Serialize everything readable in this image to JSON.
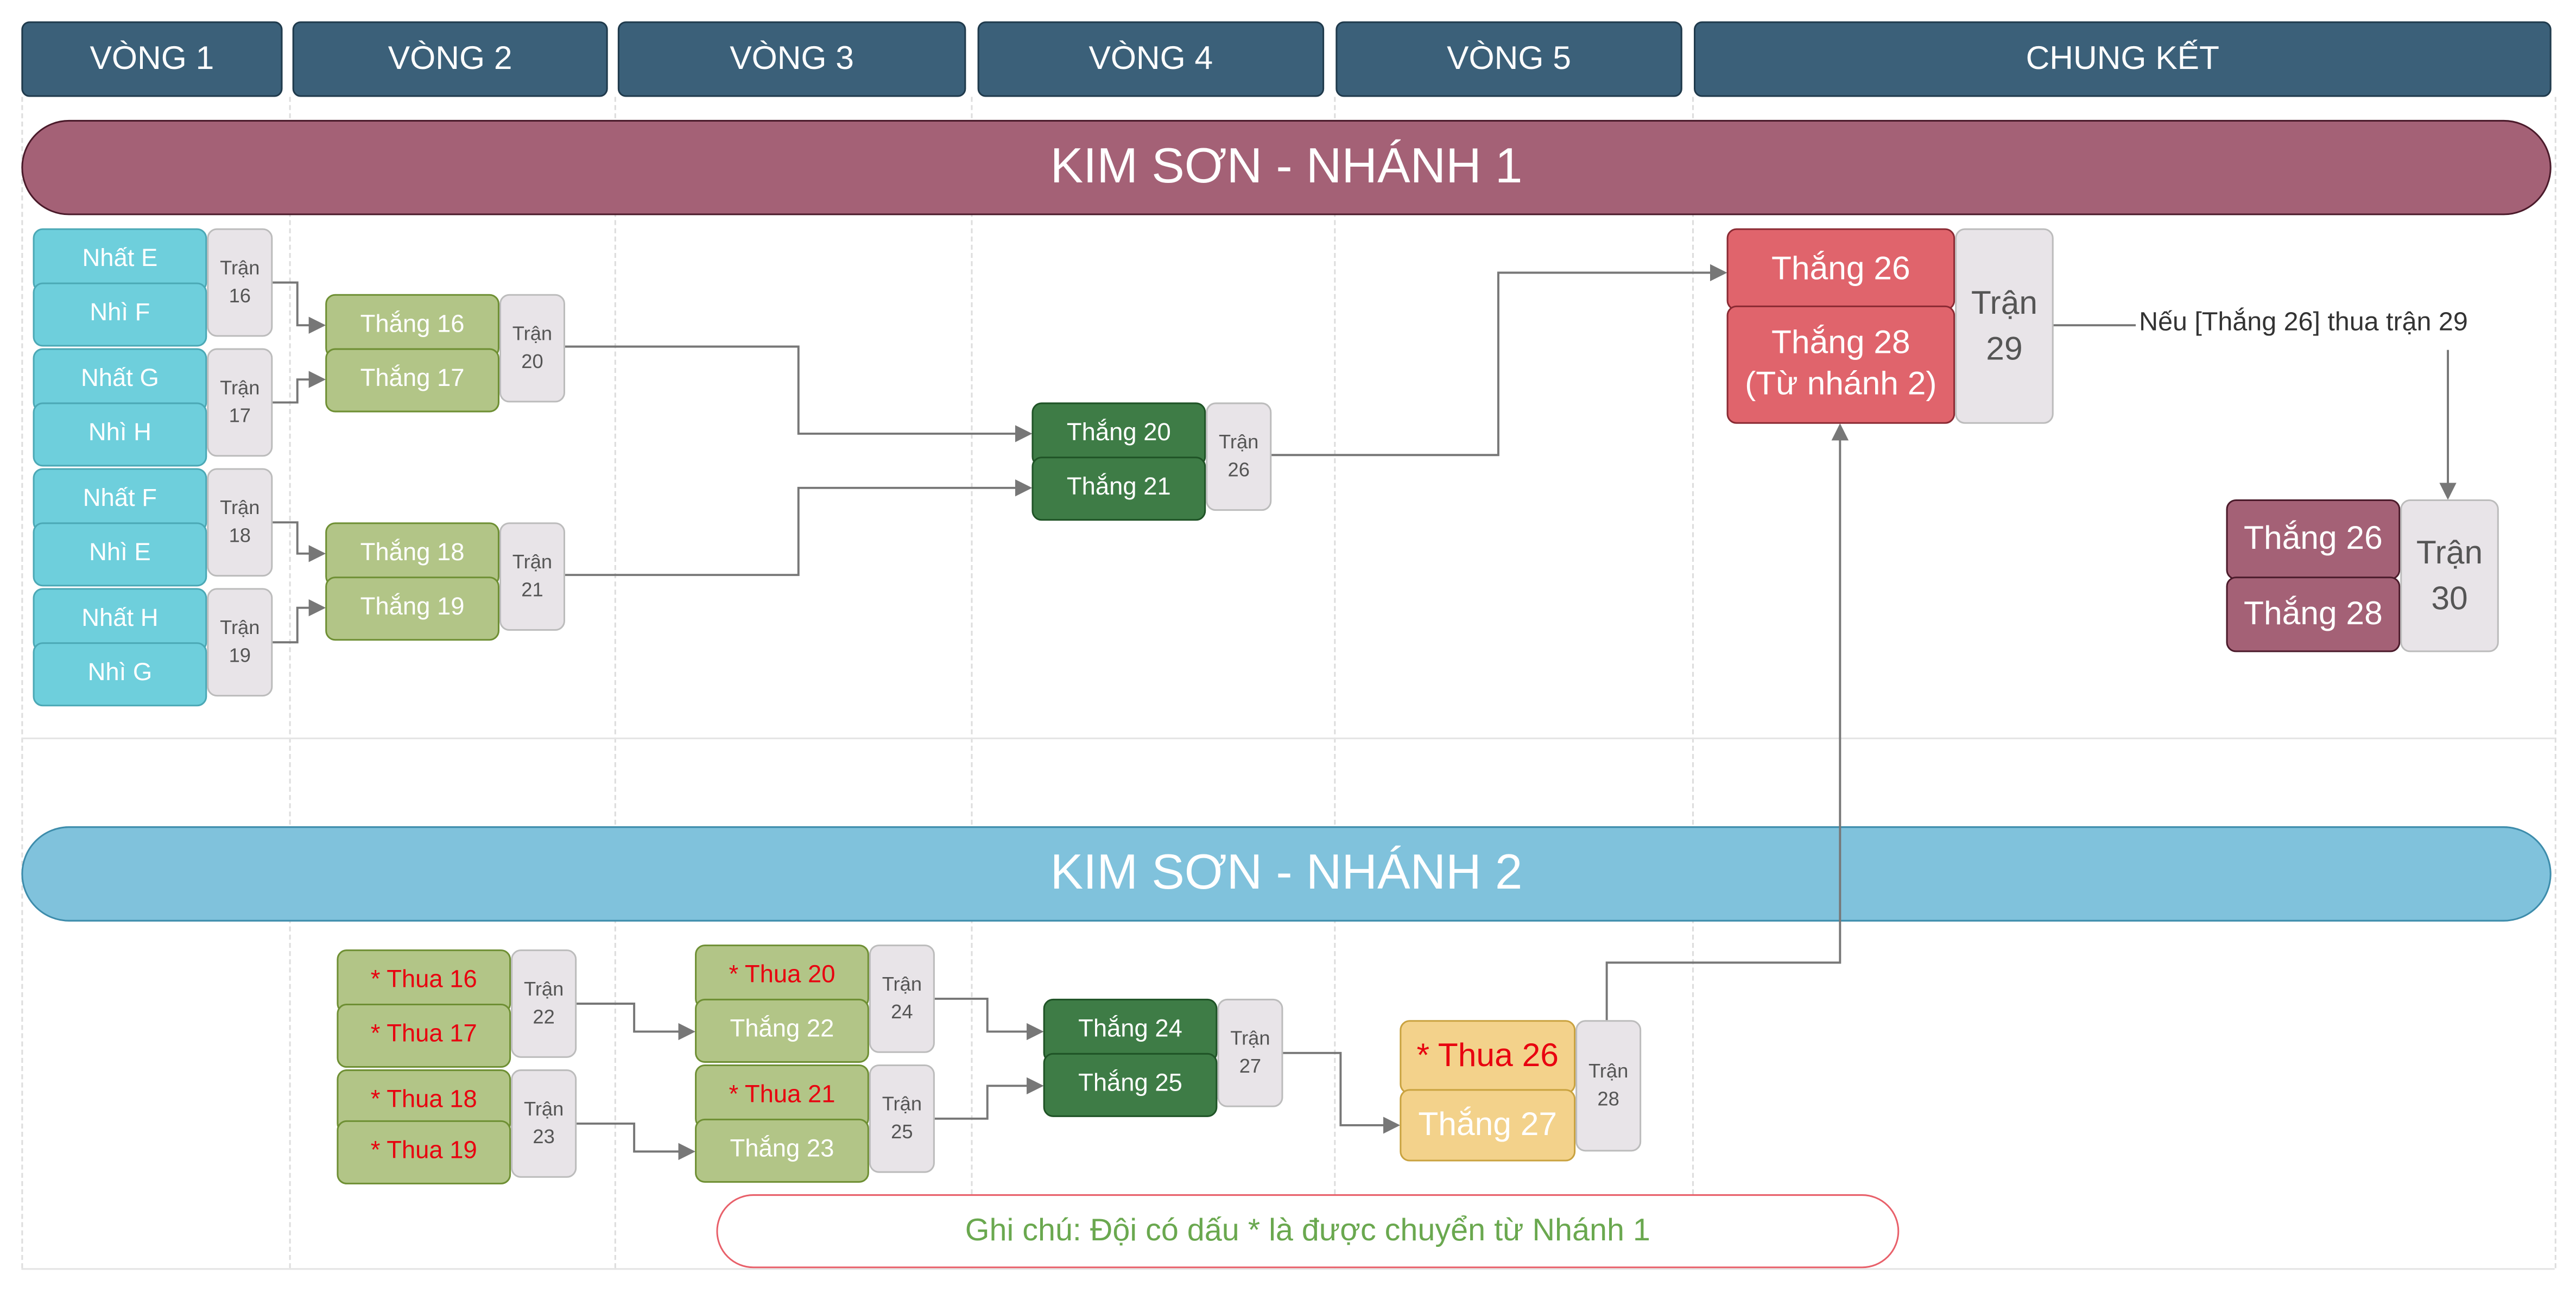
{
  "rounds": [
    "VÒNG 1",
    "VÒNG 2",
    "VÒNG 3",
    "VÒNG 4",
    "VÒNG 5",
    "CHUNG KẾT"
  ],
  "match_label": "Trận",
  "branch1": {
    "title": "KIM SƠN - NHÁNH 1",
    "r1_teams": [
      "Nhất E",
      "Nhì F",
      "Nhất G",
      "Nhì H",
      "Nhất F",
      "Nhì E",
      "Nhất H",
      "Nhì G"
    ],
    "r1_matches": [
      "16",
      "17",
      "18",
      "19"
    ],
    "r2_teams": [
      "Thắng 16",
      "Thắng 17",
      "Thắng 18",
      "Thắng 19"
    ],
    "r2_matches": [
      "20",
      "21"
    ],
    "r4_teams": [
      "Thắng 20",
      "Thắng 21"
    ],
    "r4_match": "26",
    "final_teams": [
      "Thắng 26",
      "Thắng 28",
      "(Từ nhánh 2)"
    ],
    "final_match": "29",
    "condition": "Nếu [Thắng 26] thua trận 29",
    "replay_teams": [
      "Thắng 26",
      "Thắng 28"
    ],
    "replay_match": "30"
  },
  "branch2": {
    "title": "KIM SƠN - NHÁNH 2",
    "r2_teams": [
      "* Thua 16",
      "* Thua 17",
      "* Thua 18",
      "* Thua 19"
    ],
    "r2_matches": [
      "22",
      "23"
    ],
    "r3_teams": [
      "* Thua 20",
      "Thắng 22",
      "* Thua 21",
      "Thắng 23"
    ],
    "r3_matches": [
      "24",
      "25"
    ],
    "r4_teams": [
      "Thắng 24",
      "Thắng 25"
    ],
    "r4_match": "27",
    "r5_teams": [
      "* Thua 26",
      "Thắng 27"
    ],
    "r5_match": "28"
  },
  "note": "Ghi chú: Đội có dấu * là được chuyển từ Nhánh 1",
  "colors": {
    "header": "#3b6079",
    "branch1": "#a46176",
    "branch2": "#80c2dc",
    "team_r1": "#6ecfdc",
    "team_light_green": "#b2c587",
    "team_dark_green": "#3e7c46",
    "final": "#e0646c",
    "yellow": "#f3d28b",
    "transfer_text": "#e8000f",
    "note_text": "#6aa84f"
  }
}
